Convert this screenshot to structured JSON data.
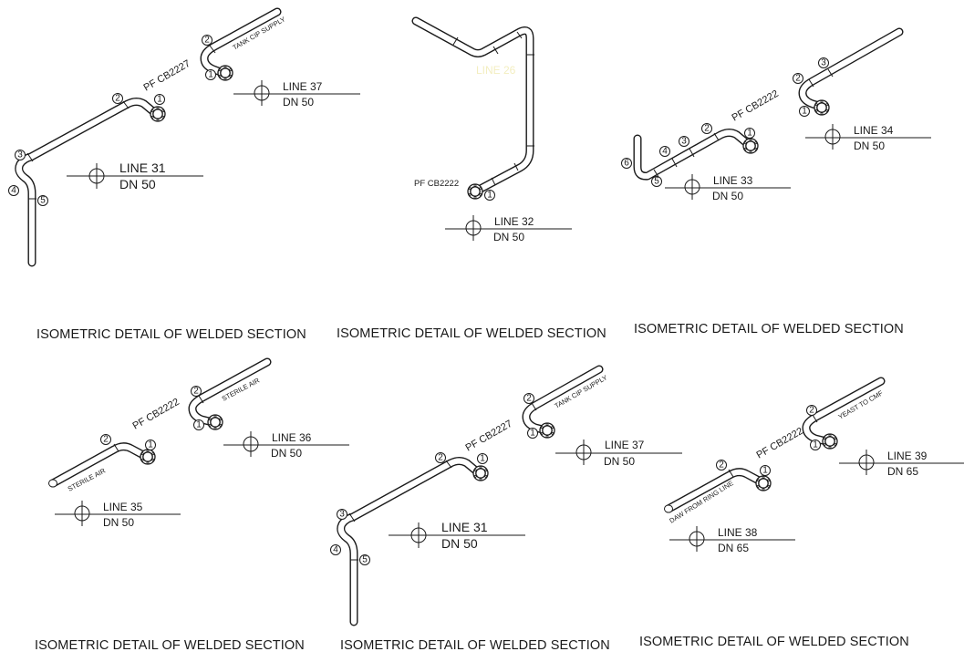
{
  "title": "Isometric details of welded sections",
  "colors": {
    "line": "#1a1a1a",
    "background": "#ffffff",
    "ghost_text": "#f3eec0"
  },
  "captions": [
    "ISOMETRIC DETAIL OF WELDED SECTION",
    "ISOMETRIC DETAIL OF WELDED SECTION",
    "ISOMETRIC DETAIL OF WELDED SECTION",
    "ISOMETRIC DETAIL OF WELDED SECTION",
    "ISOMETRIC DETAIL OF WELDED SECTION",
    "ISOMETRIC DETAIL OF WELDED SECTION"
  ],
  "details": {
    "d1": {
      "line31": {
        "line": "LINE 31",
        "dn": "DN 50",
        "pf": "PF CB2227",
        "welds": [
          "1",
          "2",
          "3",
          "4",
          "5"
        ]
      },
      "line37": {
        "line": "LINE 37",
        "dn": "DN 50",
        "service": "TANK CIP SUPPLY",
        "welds": [
          "1",
          "2"
        ]
      }
    },
    "d2": {
      "line32": {
        "line": "LINE 32",
        "dn": "DN 50",
        "pf": "PF CB2222",
        "ghost": "LINE 26",
        "welds": [
          "1"
        ]
      }
    },
    "d3": {
      "line33": {
        "line": "LINE 33",
        "dn": "DN 50",
        "pf": "PF CB2222",
        "welds": [
          "1",
          "2",
          "3",
          "4",
          "5",
          "6"
        ]
      },
      "line34": {
        "line": "LINE 34",
        "dn": "DN 50",
        "welds": [
          "1",
          "2",
          "3"
        ]
      }
    },
    "d4": {
      "line35": {
        "line": "LINE 35",
        "dn": "DN 50",
        "pf": "PF CB2222",
        "service": "STERILE AIR",
        "welds": [
          "1",
          "2"
        ]
      },
      "line36": {
        "line": "LINE 36",
        "dn": "DN 50",
        "service": "STERILE AIR",
        "welds": [
          "1",
          "2"
        ]
      }
    },
    "d5": {
      "line31": {
        "line": "LINE 31",
        "dn": "DN 50",
        "pf": "PF CB2227",
        "welds": [
          "1",
          "2",
          "3",
          "4",
          "5"
        ]
      },
      "line37": {
        "line": "LINE 37",
        "dn": "DN 50",
        "service": "TANK CIP SUPPLY",
        "welds": [
          "1",
          "2"
        ]
      }
    },
    "d6": {
      "line38": {
        "line": "LINE 38",
        "dn": "DN 65",
        "pf": "PF CB2222",
        "service": "DAW FROM RING LINE",
        "welds": [
          "1",
          "2"
        ]
      },
      "line39": {
        "line": "LINE 39",
        "dn": "DN 65",
        "service": "YEAST TO CMF",
        "welds": [
          "1",
          "2"
        ]
      }
    }
  }
}
